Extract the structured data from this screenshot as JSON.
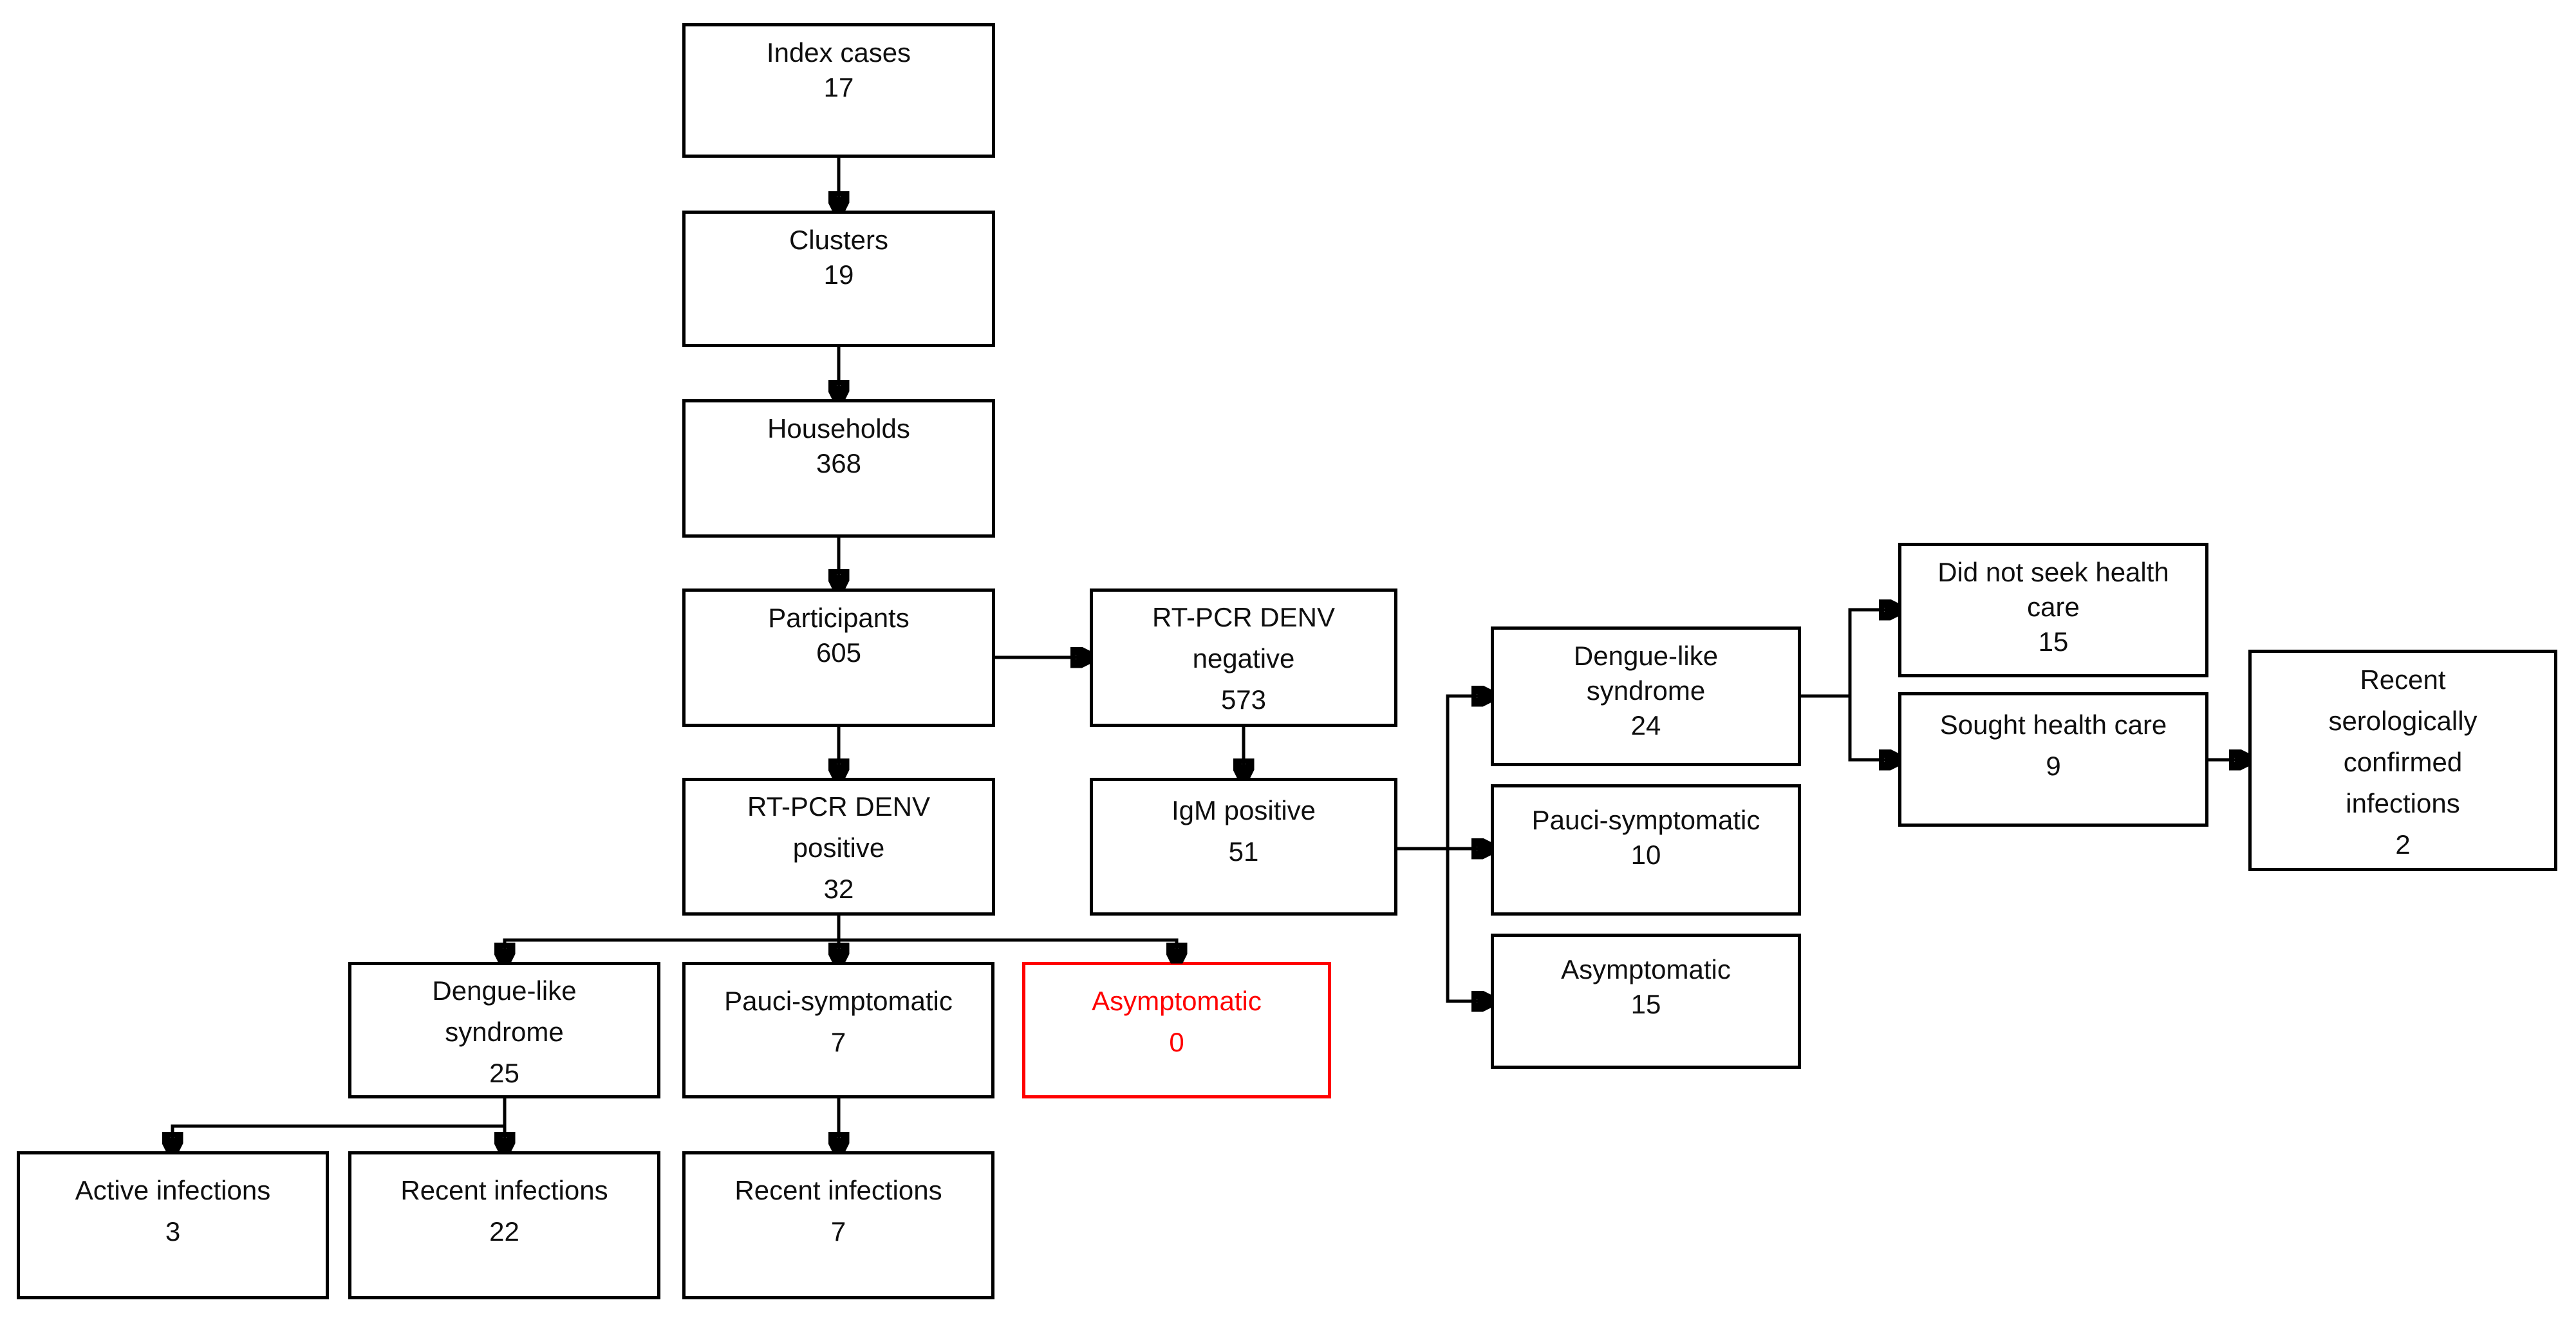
{
  "diagram": {
    "type": "flowchart",
    "background_color": "#ffffff",
    "line_color": "#000000",
    "highlight_color": "#ff0000",
    "nodes": {
      "index_cases": {
        "lines": [
          "Index cases"
        ],
        "value": "17"
      },
      "clusters": {
        "lines": [
          "Clusters"
        ],
        "value": "19"
      },
      "households": {
        "lines": [
          "Households"
        ],
        "value": "368"
      },
      "participants": {
        "lines": [
          "Participants"
        ],
        "value": "605"
      },
      "rt_pcr_denv_negative": {
        "lines": [
          "RT-PCR DENV",
          "negative"
        ],
        "value": "573"
      },
      "rt_pcr_denv_positive": {
        "lines": [
          "RT-PCR DENV",
          "positive"
        ],
        "value": "32"
      },
      "igm_positive": {
        "lines": [
          "IgM positive"
        ],
        "value": "51"
      },
      "dengue_like_syndrome_igm": {
        "lines": [
          "Dengue-like",
          "syndrome"
        ],
        "value": "24"
      },
      "pauci_symptomatic_igm": {
        "lines": [
          "Pauci-symptomatic"
        ],
        "value": "10"
      },
      "asymptomatic_igm": {
        "lines": [
          "Asymptomatic"
        ],
        "value": "15"
      },
      "did_not_seek_health_care": {
        "lines": [
          "Did not seek health",
          "care"
        ],
        "value": "15"
      },
      "sought_health_care": {
        "lines": [
          "Sought health care"
        ],
        "value": "9"
      },
      "recent_serologically_confirmed_infections": {
        "lines": [
          "Recent",
          "serologically",
          "confirmed",
          "infections"
        ],
        "value": "2"
      },
      "dengue_like_syndrome_pcr": {
        "lines": [
          "Dengue-like",
          "syndrome"
        ],
        "value": "25"
      },
      "pauci_symptomatic_pcr": {
        "lines": [
          "Pauci-symptomatic"
        ],
        "value": "7"
      },
      "asymptomatic_pcr": {
        "lines": [
          "Asymptomatic"
        ],
        "value": "0",
        "highlighted": true
      },
      "active_infections": {
        "lines": [
          "Active infections"
        ],
        "value": "3"
      },
      "recent_infections_dls": {
        "lines": [
          "Recent infections"
        ],
        "value": "22"
      },
      "recent_infections_pauci": {
        "lines": [
          "Recent infections"
        ],
        "value": "7"
      }
    },
    "edges": [
      {
        "from": "index_cases",
        "to": "clusters"
      },
      {
        "from": "clusters",
        "to": "households"
      },
      {
        "from": "households",
        "to": "participants"
      },
      {
        "from": "participants",
        "to": "rt_pcr_denv_negative"
      },
      {
        "from": "participants",
        "to": "rt_pcr_denv_positive"
      },
      {
        "from": "rt_pcr_denv_negative",
        "to": "igm_positive"
      },
      {
        "from": "igm_positive",
        "to": "dengue_like_syndrome_igm"
      },
      {
        "from": "igm_positive",
        "to": "pauci_symptomatic_igm"
      },
      {
        "from": "igm_positive",
        "to": "asymptomatic_igm"
      },
      {
        "from": "dengue_like_syndrome_igm",
        "to": "did_not_seek_health_care"
      },
      {
        "from": "dengue_like_syndrome_igm",
        "to": "sought_health_care"
      },
      {
        "from": "sought_health_care",
        "to": "recent_serologically_confirmed_infections"
      },
      {
        "from": "rt_pcr_denv_positive",
        "to": "dengue_like_syndrome_pcr"
      },
      {
        "from": "rt_pcr_denv_positive",
        "to": "pauci_symptomatic_pcr"
      },
      {
        "from": "rt_pcr_denv_positive",
        "to": "asymptomatic_pcr"
      },
      {
        "from": "dengue_like_syndrome_pcr",
        "to": "active_infections"
      },
      {
        "from": "dengue_like_syndrome_pcr",
        "to": "recent_infections_dls"
      },
      {
        "from": "pauci_symptomatic_pcr",
        "to": "recent_infections_pauci"
      }
    ]
  }
}
